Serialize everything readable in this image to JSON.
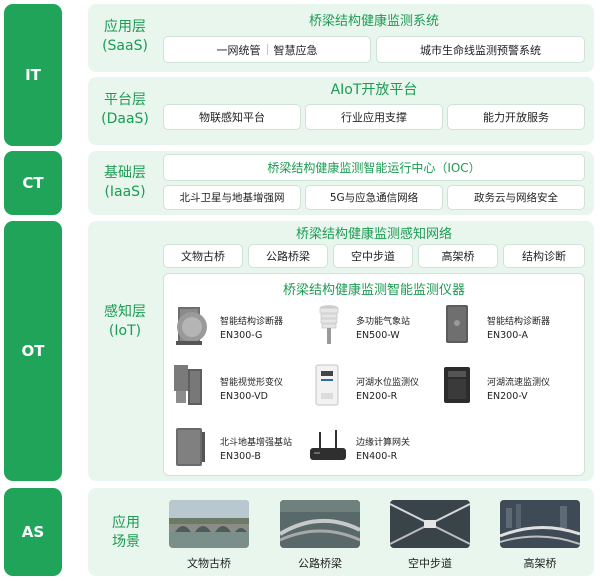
{
  "colors": {
    "accent": "#1fa45a",
    "panel_bg": "#e9f6ee",
    "text_green": "#1c9b52"
  },
  "sidebar": {
    "it": "IT",
    "ct": "CT",
    "ot": "OT",
    "as": "AS"
  },
  "saas": {
    "label_line1": "应用层",
    "label_line2": "(SaaS)",
    "title": "桥梁结构健康监测系统",
    "box1_a": "一网统管",
    "box1_b": "智慧应急",
    "box2": "城市生命线监测预警系统"
  },
  "daas": {
    "label_line1": "平台层",
    "label_line2": "(DaaS)",
    "title": "AIoT开放平台",
    "items": [
      "物联感知平台",
      "行业应用支撑",
      "能力开放服务"
    ]
  },
  "iaas": {
    "label_line1": "基础层",
    "label_line2": "(IaaS)",
    "title": "桥梁结构健康监测智能运行中心（IOC）",
    "items": [
      "北斗卫星与地基增强网",
      "5G与应急通信网络",
      "政务云与网络安全"
    ]
  },
  "iot": {
    "label_line1": "感知层",
    "label_line2": "(IoT)",
    "network_title": "桥梁结构健康监测感知网络",
    "network_items": [
      "文物古桥",
      "公路桥梁",
      "空中步道",
      "高架桥",
      "结构诊断"
    ],
    "instrument_title": "桥梁结构健康监测智能监测仪器",
    "devices": [
      {
        "name": "智能结构诊断器",
        "code": "EN300-G",
        "icon": "cylinder-sensor-icon"
      },
      {
        "name": "多功能气象站",
        "code": "EN500-W",
        "icon": "weather-station-icon"
      },
      {
        "name": "智能结构诊断器",
        "code": "EN300-A",
        "icon": "box-sensor-icon"
      },
      {
        "name": "智能视觉形变仪",
        "code": "EN300-VD",
        "icon": "camera-icon"
      },
      {
        "name": "河湖水位监测仪",
        "code": "EN200-R",
        "icon": "level-meter-icon"
      },
      {
        "name": "河湖流速监测仪",
        "code": "EN200-V",
        "icon": "flow-meter-icon"
      },
      {
        "name": "北斗地基增强基站",
        "code": "EN300-B",
        "icon": "base-station-icon"
      },
      {
        "name": "边缘计算网关",
        "code": "EN400-R",
        "icon": "gateway-icon"
      }
    ]
  },
  "scenes": {
    "label_line1": "应用",
    "label_line2": "场景",
    "items": [
      "文物古桥",
      "公路桥梁",
      "空中步道",
      "高架桥"
    ]
  }
}
